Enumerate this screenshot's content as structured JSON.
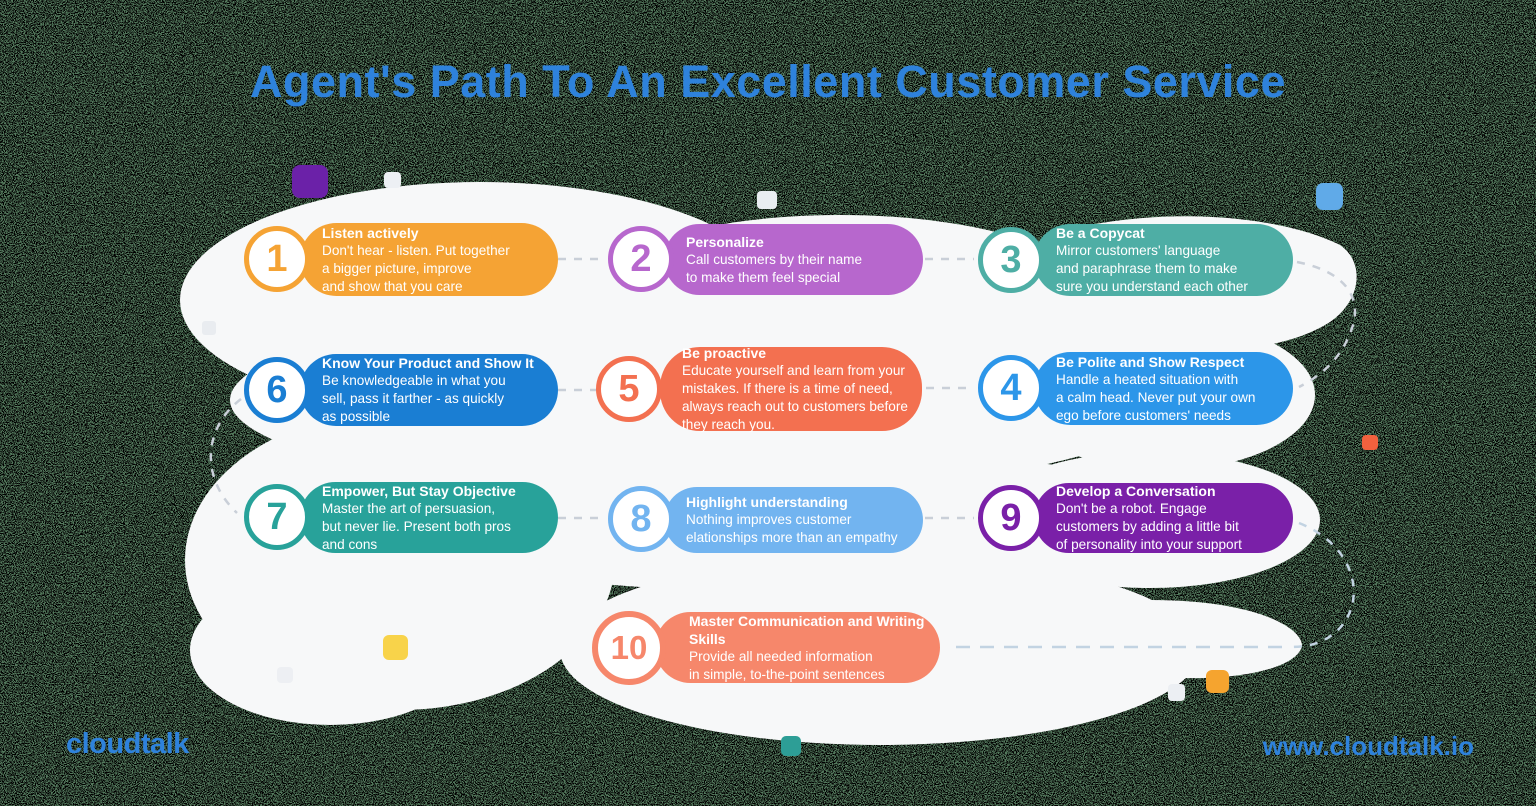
{
  "title": "Agent's Path To An Excellent Customer Service",
  "footer": {
    "logo": "cloudtalk",
    "website": "www.cloudtalk.io"
  },
  "colors": {
    "title_blue": "#2E82DC",
    "blob_white": "#F7F8F9",
    "noise_green": "#53785C",
    "noise_black": "#000000",
    "connector_gray": "#C9CFD8",
    "connector_blue": "#C2D3E2"
  },
  "steps": [
    {
      "number": "1",
      "heading": "Listen actively",
      "body": "Don't hear - listen. Put together\na bigger picture, improve\nand show that you care",
      "color": "#F5A334"
    },
    {
      "number": "2",
      "heading": "Personalize",
      "body": "Call customers by their name\nto make them feel special",
      "color": "#B767CD"
    },
    {
      "number": "3",
      "heading": "Be a Copycat",
      "body": "Mirror customers' language\nand paraphrase them to make\nsure you understand each other",
      "color": "#4EAEA5"
    },
    {
      "number": "4",
      "heading": "Be Polite and Show Respect",
      "body": "Handle a heated situation with\na calm head. Never put your own\nego before customers' needs",
      "color": "#2C96E9"
    },
    {
      "number": "5",
      "heading": "Be proactive",
      "body": "Educate yourself and learn from your\nmistakes. If there is a time of need,\nalways reach out to customers before\nthey reach you.",
      "color": "#F37050"
    },
    {
      "number": "6",
      "heading": "Know Your Product and Show It",
      "body": "Be knowledgeable in what you\nsell, pass it farther - as quickly\nas possible",
      "color": "#1A7ED3"
    },
    {
      "number": "7",
      "heading": "Empower, But Stay Objective",
      "body": "Master the art of persuasion,\nbut never lie. Present both pros\nand cons",
      "color": "#28A29A"
    },
    {
      "number": "8",
      "heading": "Highlight understanding",
      "body": "Nothing improves customer\nelationships more than an empathy",
      "color": "#72B4F0"
    },
    {
      "number": "9",
      "heading": "Develop a Conversation",
      "body": "Don't be a robot. Engage\ncustomers by adding a little bit\nof personality into your support",
      "color": "#7A20A8"
    },
    {
      "number": "10",
      "heading": "Master Communication and Writing Skills",
      "body": "Provide all needed information\nin simple, to-the-point sentences",
      "color": "#F6876B"
    }
  ],
  "decor_squares": [
    {
      "name": "purple-square",
      "color": "#6B21A8"
    },
    {
      "name": "white-square-top",
      "color": "#EDF0F4"
    },
    {
      "name": "white-square-mid",
      "color": "#E9EDF1"
    },
    {
      "name": "blue-square",
      "color": "#60AAE8"
    },
    {
      "name": "gray-square-left",
      "color": "#E9ECF0"
    },
    {
      "name": "coral-square",
      "color": "#F2613E"
    },
    {
      "name": "yellow-square",
      "color": "#F8D34A"
    },
    {
      "name": "gray-square-bl",
      "color": "#EDEFF3"
    },
    {
      "name": "orange-square",
      "color": "#F5A42F"
    },
    {
      "name": "gray-square-br",
      "color": "#ECEFF3"
    },
    {
      "name": "teal-square",
      "color": "#2D9E96"
    }
  ]
}
